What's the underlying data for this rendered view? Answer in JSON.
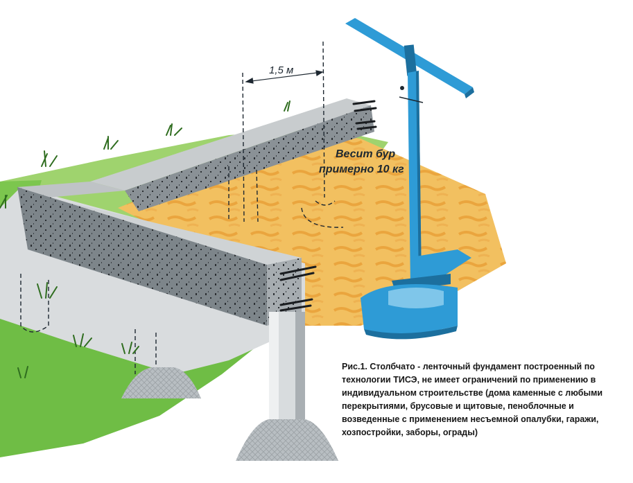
{
  "diagram": {
    "dimension_label": "1,5 м",
    "weight_note": {
      "line1": "Весит бур",
      "line2": "примерно 10 кг"
    },
    "caption": "Рис.1. Столбчато - ленточный фундамент построенный по технологии ТИСЭ, не имеет ограничений по применению в индивидуальном строительстве (дома каменные с любыми перекрытиями, брусовые и щитовые, пеноблочные и возведенные с применением несъемной опалубки, гаражи, хозпостройки, заборы, ограды)"
  },
  "colors": {
    "grass": "#6fbd45",
    "grass_dark": "#2f6d1f",
    "soil": "#f2c060",
    "soil_light": "#f7d98c",
    "concrete_top": "#c8ccce",
    "concrete_side": "#8a9196",
    "concrete_dark": "#5c6267",
    "drill_blue": "#2e9bd6",
    "drill_blue_dark": "#1c6f9e"
  },
  "icons": [
    "tise-drill-icon",
    "rebar-icon",
    "pillar-icon",
    "grass-tuft-icon"
  ]
}
